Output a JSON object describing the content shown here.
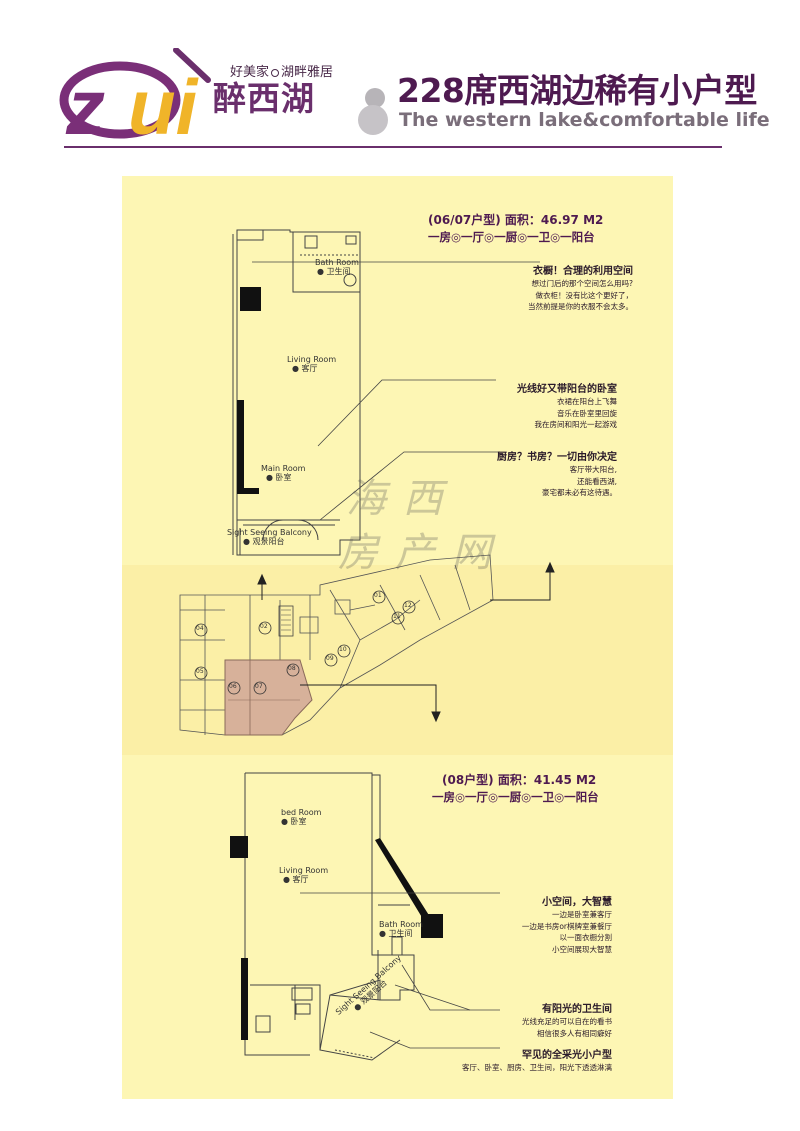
{
  "header": {
    "logo_latin": "zui",
    "logo_cn": "醉西湖",
    "slogan_left": "好美家",
    "slogan_right": "湖畔雅居",
    "title_cn": "228席西湖边稀有小户型",
    "title_en": "The western lake&comfortable life"
  },
  "colors": {
    "brand_purple": "#6a2f6c",
    "logo_yellow": "#f0b429",
    "panel_yellow": "#fdf6b4",
    "highlight_unit": "#d7b19a"
  },
  "unit_0607": {
    "spec_title": "(06/07户型) 面积：46.97 M2",
    "spec_sub": "一房◎一厅◎一厨◎一卫◎一阳台",
    "rooms": {
      "bath_en": "Bath Room",
      "bath_cn": "卫生间",
      "living_en": "Living Room",
      "living_cn": "客厅",
      "main_en": "Main Room",
      "main_cn": "卧室",
      "balcony_en": "Sight Seeing Balcony",
      "balcony_cn": "观景阳台"
    },
    "notes": [
      {
        "heading": "衣橱！合理的利用空间",
        "lines": [
          "想过门后的那个空间怎么用吗?",
          "做衣柜！没有比这个更好了，",
          "当然前提是你的衣服不会太多。"
        ]
      },
      {
        "heading": "光线好又带阳台的卧室",
        "lines": [
          "衣裙在阳台上飞舞",
          "音乐在卧室里回旋",
          "我在房间和阳光一起游戏"
        ]
      },
      {
        "heading": "厨房？书房？一切由你决定",
        "lines": [
          "客厅带大阳台,",
          "还能看西湖,",
          "豪宅都未必有这待遇。"
        ]
      }
    ]
  },
  "site_plan": {
    "unit_numbers": [
      "04",
      "05",
      "06",
      "07",
      "08",
      "02",
      "01",
      "09",
      "10",
      "11",
      "12"
    ]
  },
  "unit_08": {
    "spec_title": "(08户型) 面积：41.45 M2",
    "spec_sub": "一房◎一厅◎一厨◎一卫◎一阳台",
    "rooms": {
      "bed_en": "bed Room",
      "bed_cn": "卧室",
      "living_en": "Living Room",
      "living_cn": "客厅",
      "bath_en": "Bath Room",
      "bath_cn": "卫生间",
      "balcony_en": "Sight Seeing Balcony",
      "balcony_cn": "观景阳台"
    },
    "notes": [
      {
        "heading": "小空间，大智慧",
        "lines": [
          "一边是卧室兼客厅",
          "一边是书房or棋牌室兼餐厅",
          "以一面衣橱分割",
          "小空间展现大智慧"
        ]
      },
      {
        "heading": "有阳光的卫生间",
        "lines": [
          "光线充足的可以自在的看书",
          "相信很多人有相同癖好"
        ]
      },
      {
        "heading": "罕见的全采光小户型",
        "lines": [
          "客厅、卧室、厨房、卫生间，阳光下透透淋漓"
        ]
      }
    ]
  },
  "watermark": {
    "line1": "海 西",
    "line2": "房 产 网"
  }
}
